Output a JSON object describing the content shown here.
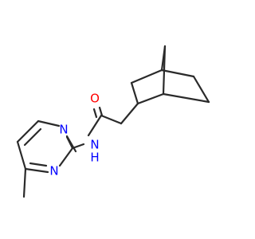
{
  "molecule": {
    "atoms": {
      "oxygen": {
        "symbol": "O",
        "color": "#ff0000"
      },
      "amide_nh": {
        "symbol": "N",
        "h_label": "H",
        "color": "#0000ff"
      },
      "ring_n1": {
        "symbol": "N",
        "color": "#0000ff"
      },
      "ring_n3": {
        "symbol": "N",
        "color": "#0000ff"
      }
    },
    "bond_color": "#2a2a2a"
  }
}
